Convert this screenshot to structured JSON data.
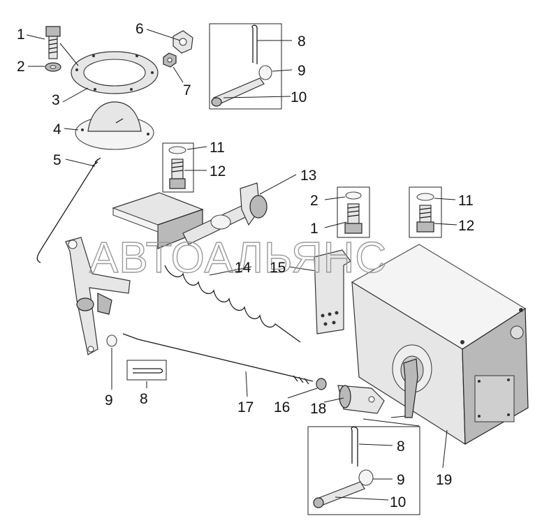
{
  "watermark": "АВТОАЛЬЯНС",
  "callouts": [
    "1",
    "2",
    "3",
    "4",
    "5",
    "6",
    "7",
    "8",
    "9",
    "10",
    "11",
    "12",
    "13",
    "14",
    "15",
    "2",
    "1",
    "11",
    "12",
    "9",
    "8",
    "17",
    "16",
    "18",
    "8",
    "9",
    "10",
    "19"
  ]
}
